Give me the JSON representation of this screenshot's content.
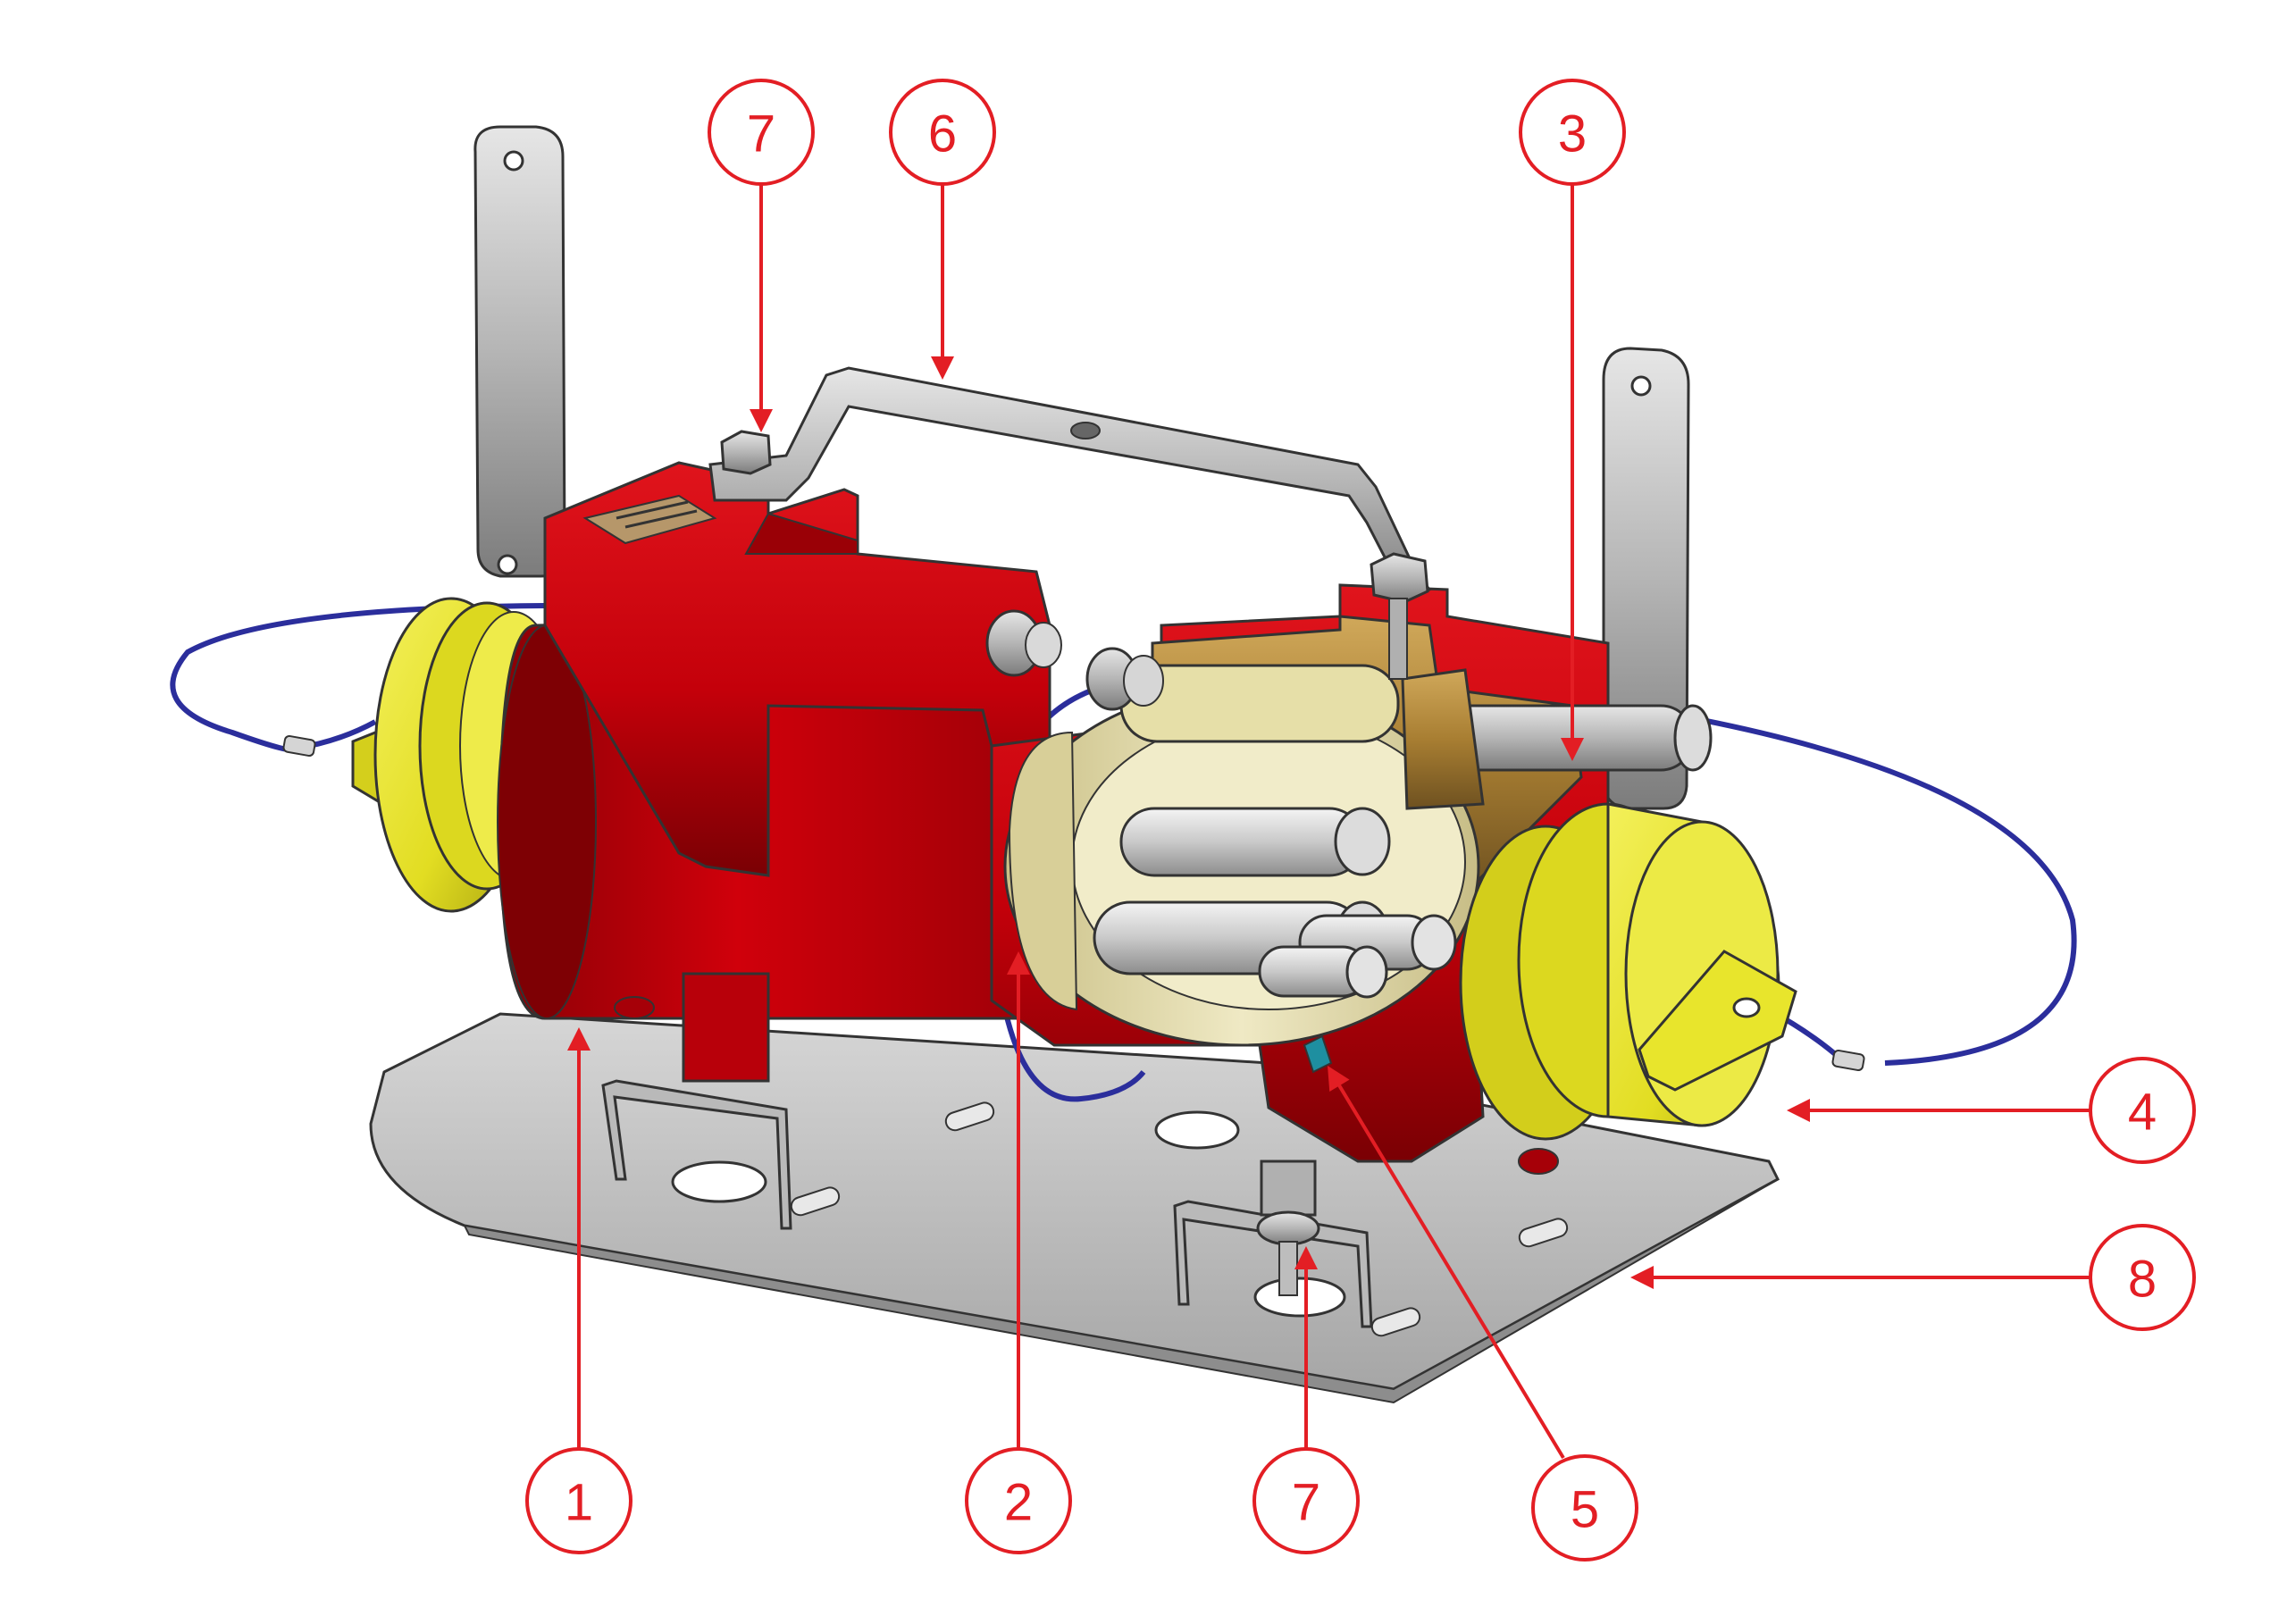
{
  "colors": {
    "callout": "#e31e24",
    "body_red": "#c8000a",
    "body_red_dark": "#8e0006",
    "cap_yellow": "#e9e52a",
    "cap_yellow_dark": "#b9b415",
    "brass": "#b08a3c",
    "steel": "#a9a9a9",
    "steel_dark": "#6e6e6e",
    "base_plate": "#c7c7c7",
    "cable": "#2b2e9c",
    "insert": "#e9e3b8"
  },
  "callouts": [
    {
      "id": "1",
      "label": "1"
    },
    {
      "id": "2",
      "label": "2"
    },
    {
      "id": "3",
      "label": "3"
    },
    {
      "id": "4",
      "label": "4"
    },
    {
      "id": "5",
      "label": "5"
    },
    {
      "id": "6",
      "label": "6"
    },
    {
      "id": "7a",
      "label": "7"
    },
    {
      "id": "7b",
      "label": "7"
    },
    {
      "id": "8",
      "label": "8"
    }
  ]
}
